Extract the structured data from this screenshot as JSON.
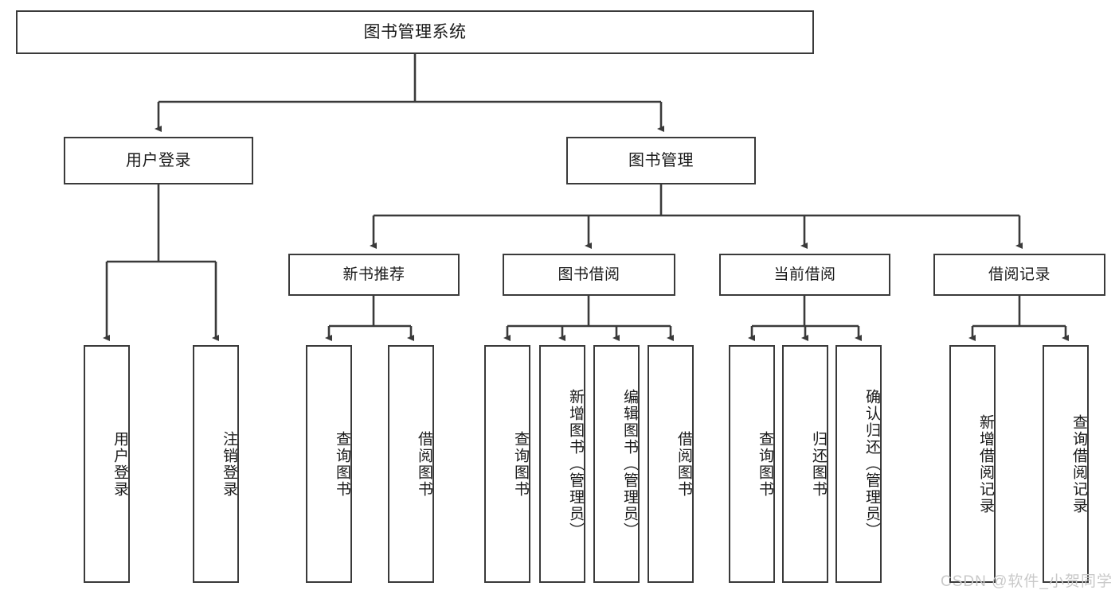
{
  "diagram": {
    "title": "图书管理系统",
    "type": "tree",
    "root": {
      "label": "图书管理系统"
    },
    "level2": [
      {
        "label": "用户登录"
      },
      {
        "label": "图书管理"
      }
    ],
    "level3": [
      {
        "label": "新书推荐"
      },
      {
        "label": "图书借阅"
      },
      {
        "label": "当前借阅"
      },
      {
        "label": "借阅记录"
      }
    ],
    "leaves": {
      "user_login": [
        {
          "label": "用户登录"
        },
        {
          "label": "注销登录"
        }
      ],
      "new_book_recommend": [
        {
          "label": "查询图书"
        },
        {
          "label": "借阅图书"
        }
      ],
      "book_borrow": [
        {
          "label": "查询图书"
        },
        {
          "label": "新增图书（管理员）"
        },
        {
          "label": "编辑图书（管理员）"
        },
        {
          "label": "借阅图书"
        }
      ],
      "current_borrow": [
        {
          "label": "查询图书"
        },
        {
          "label": "归还图书"
        },
        {
          "label": "确认归还（管理员）"
        }
      ],
      "borrow_record": [
        {
          "label": "新增借阅记录"
        },
        {
          "label": "查询借阅记录"
        }
      ]
    }
  },
  "watermark": {
    "text": "CSDN @软件_小贺同学"
  },
  "colors": {
    "stroke": "#3a3a3a",
    "background": "#ffffff",
    "text": "#1a1a1a",
    "watermark": "#c9c9c9"
  }
}
